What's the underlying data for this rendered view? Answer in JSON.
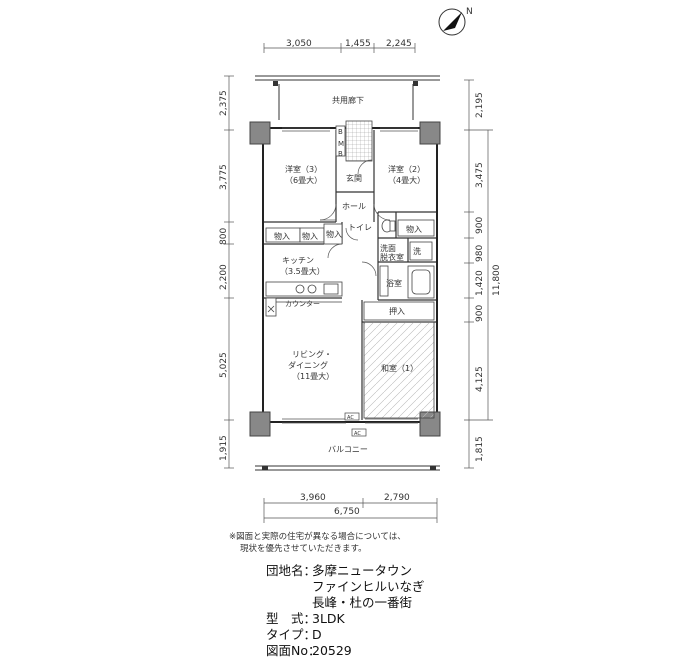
{
  "compass": {
    "label": "N",
    "icon": "north-arrow-icon"
  },
  "rooms": {
    "corridor": "共用廊下",
    "western3": "洋室（3）",
    "western3_size": "（6畳大）",
    "western2": "洋室（2）",
    "western2_size": "（4畳大）",
    "entrance": "玄関",
    "hall": "ホール",
    "toilet": "トイレ",
    "closet": "物入",
    "washroom": "洗面",
    "washroom2": "脱衣室",
    "washer": "洗",
    "kitchen": "キッチン",
    "kitchen_size": "（3.5畳大）",
    "counter": "カウンター",
    "bath": "浴室",
    "oshiire": "押入",
    "living": "リビング・",
    "living2": "ダイニング",
    "living_size": "（11畳大）",
    "japanese": "和室（1）",
    "balcony": "バルコニー",
    "ac": "AC",
    "mb": "M",
    "b": "B"
  },
  "dimensions": {
    "top": [
      "3,050",
      "1,455",
      "2,245"
    ],
    "bottom": [
      "3,960",
      "2,790"
    ],
    "bottom_total": "6,750",
    "left": [
      "2,375",
      "3,775",
      "800",
      "2,200",
      "5,025",
      "1,915"
    ],
    "right": [
      "2,195",
      "3,475",
      "900",
      "980",
      "1,420",
      "900",
      "4,125",
      "1,815"
    ],
    "right_total": "11,800"
  },
  "note_line1": "※図面と実際の住宅が異なる場合については、",
  "note_line2": "現状を優先させていただきます。",
  "info": {
    "complex_label": "団地名：",
    "complex_name1": "多摩ニュータウン",
    "complex_name2": "ファインヒルいなぎ",
    "complex_name3": "長峰・杜の一番街",
    "type_label": "型　式：",
    "type_value": "3LDK",
    "kind_label": "タイプ：",
    "kind_value": "D",
    "drawing_label": "図面No：",
    "drawing_value": "20529"
  }
}
